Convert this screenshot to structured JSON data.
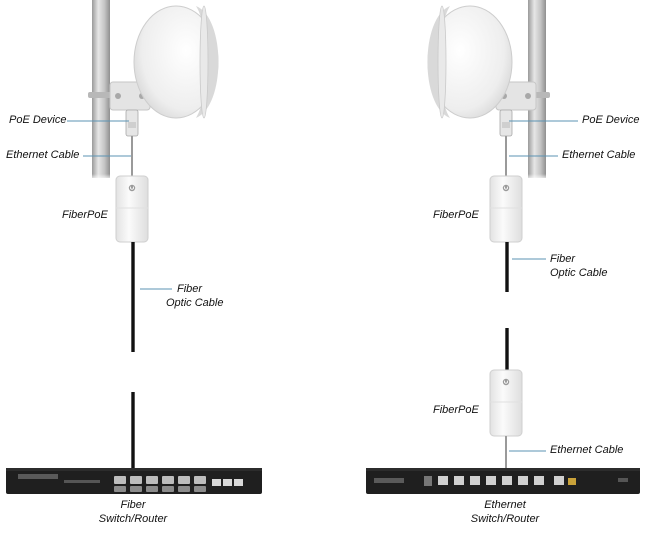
{
  "colors": {
    "pole": "#d3d3d3",
    "pole_shade": "#a9a9a9",
    "dish": "#f4f4f4",
    "dish_shade": "#dcdcdc",
    "device": "#f2f2f2",
    "cable": "#111111",
    "leader": "#5b93b3",
    "switch_body": "#1f1f1f"
  },
  "left_setup": {
    "poe_device_label": "PoE Device",
    "ethernet_cable_label": "Ethernet Cable",
    "fiberpoe_label": "FiberPoE",
    "fiber_label_line1": "Fiber",
    "fiber_label_line2": "Optic Cable",
    "switch_label_line1": "Fiber",
    "switch_label_line2": "Switch/Router"
  },
  "right_setup": {
    "poe_device_label": "PoE Device",
    "ethernet_cable_label": "Ethernet Cable",
    "fiberpoe_top_label": "FiberPoE",
    "fiber_label_line1": "Fiber",
    "fiber_label_line2": "Optic Cable",
    "fiberpoe_bottom_label": "FiberPoE",
    "ethernet_cable_bottom_label": "Ethernet Cable",
    "switch_label_line1": "Ethernet",
    "switch_label_line2": "Switch/Router"
  },
  "icons": {
    "dish": "parabolic-dish-icon",
    "device_logo": "ubiquiti-u-logo-icon"
  }
}
